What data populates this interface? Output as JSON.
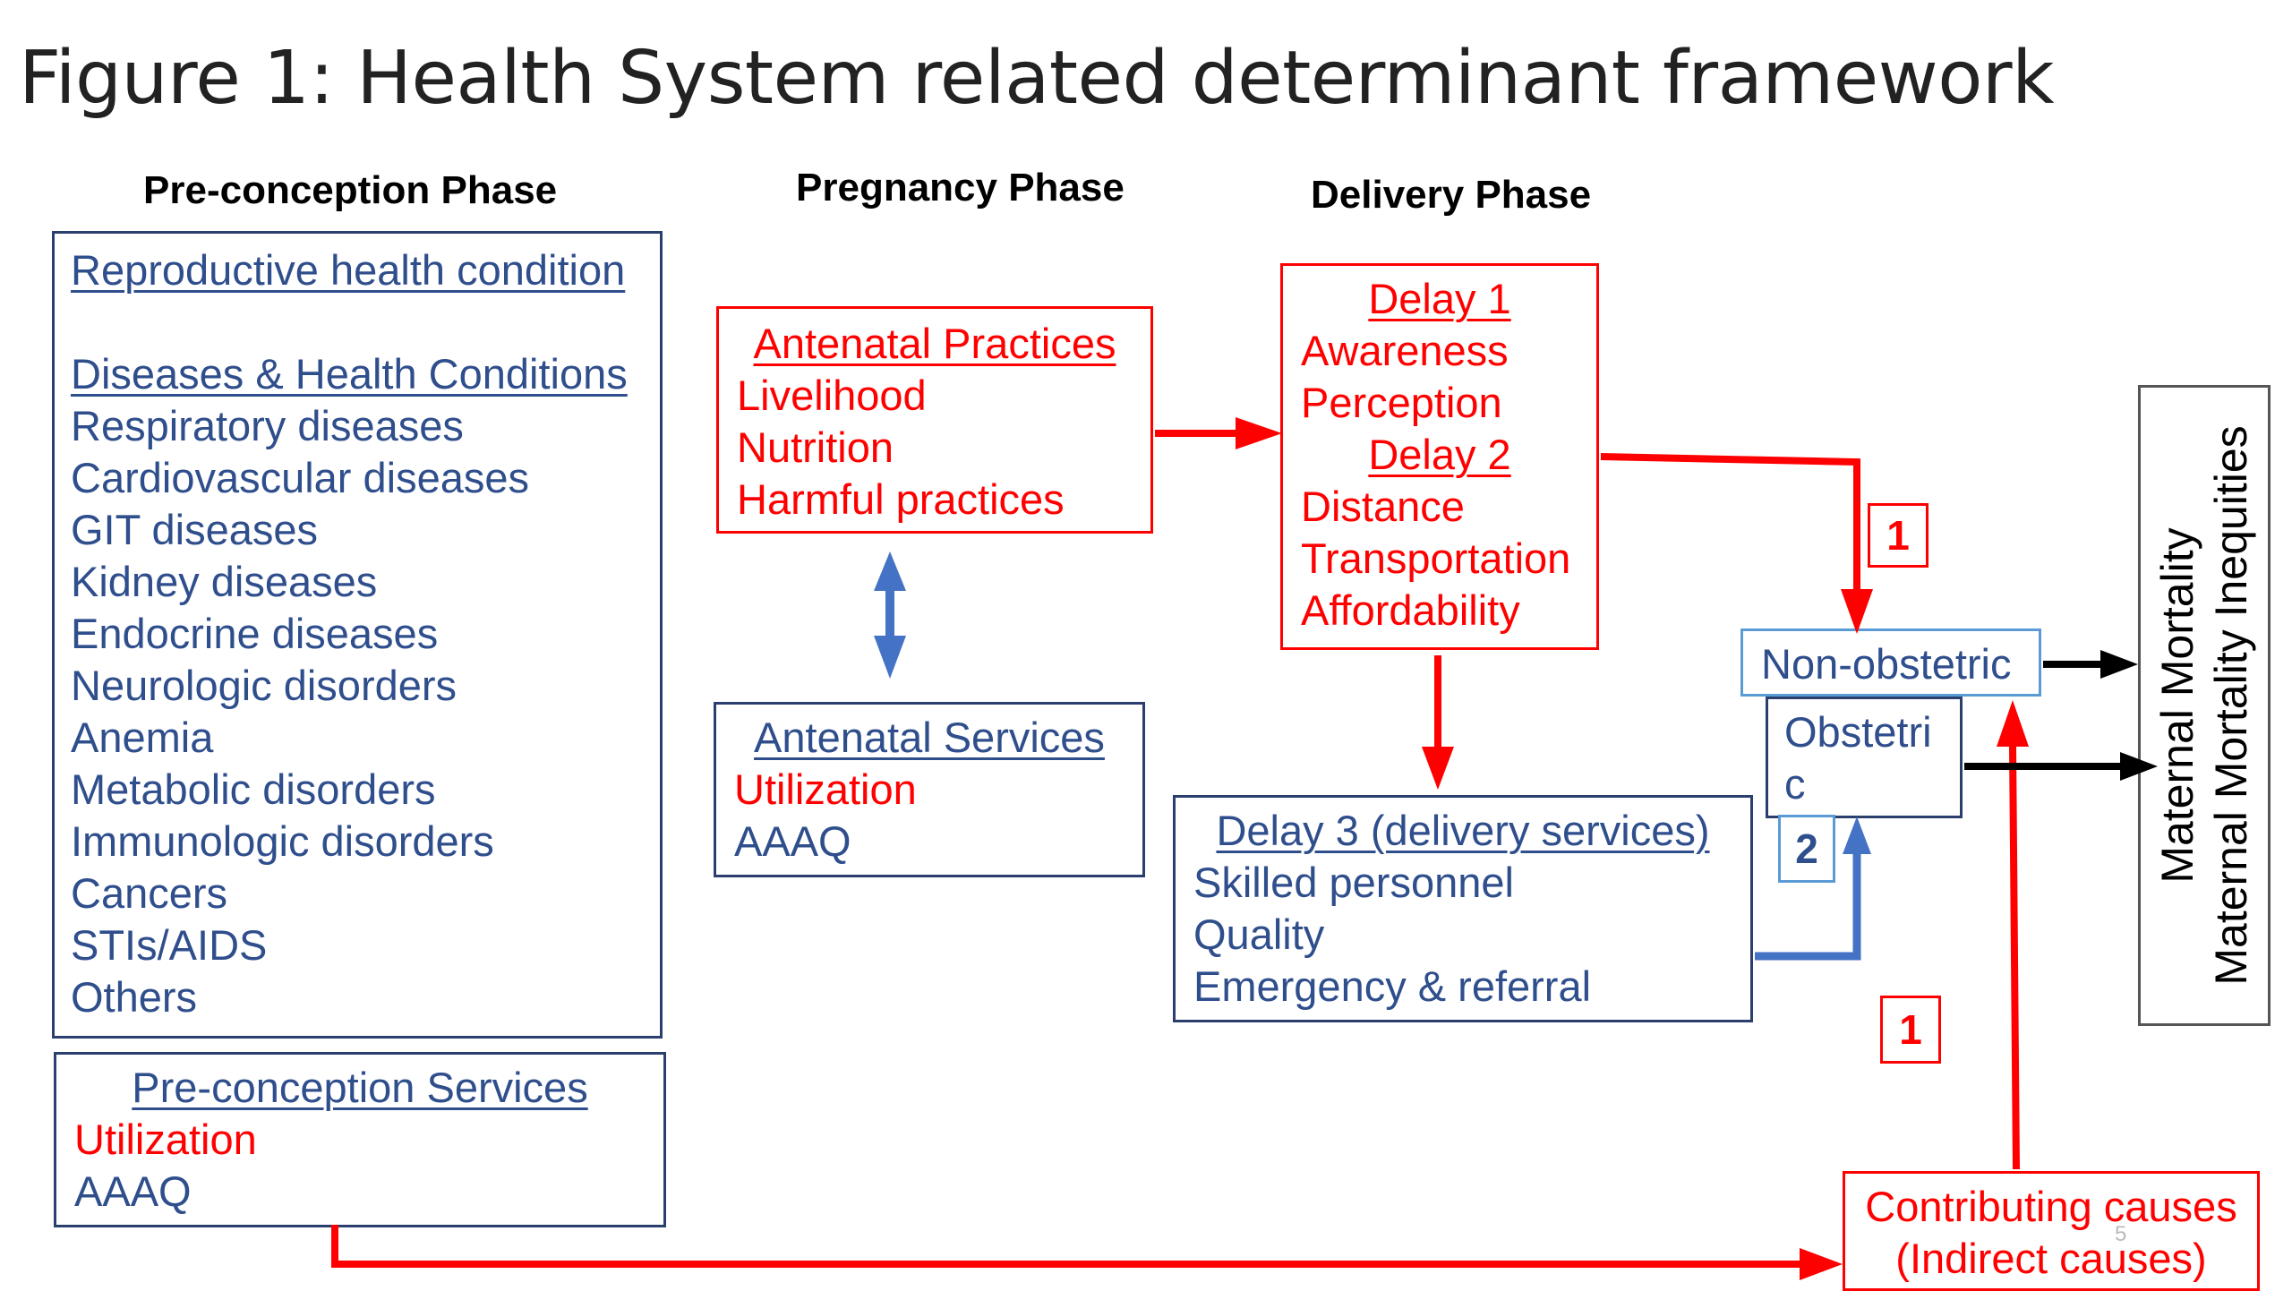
{
  "title": "Figure 1: Health System related determinant framework",
  "phases": {
    "preconception": "Pre-conception Phase",
    "pregnancy": "Pregnancy Phase",
    "delivery": "Delivery Phase"
  },
  "boxes": {
    "conditions": {
      "heading1": "Reproductive health condition",
      "heading2": "Diseases & Health Conditions",
      "items": [
        "Respiratory diseases",
        "Cardiovascular diseases",
        "GIT diseases",
        "Kidney diseases",
        "Endocrine diseases",
        "Neurologic disorders",
        "Anemia",
        "Metabolic disorders",
        "Immunologic disorders",
        "Cancers",
        "STIs/AIDS",
        "Others"
      ]
    },
    "preconception_services": {
      "heading": "Pre-conception Services",
      "items": [
        "Utilization",
        "AAAQ"
      ]
    },
    "antenatal_practices": {
      "heading": "Antenatal Practices",
      "items": [
        "Livelihood",
        "Nutrition",
        "Harmful practices"
      ]
    },
    "antenatal_services": {
      "heading": "Antenatal Services",
      "items": [
        "Utilization",
        "AAAQ"
      ]
    },
    "delays": {
      "delay1": "Delay 1",
      "delay1_items": [
        "Awareness",
        "Perception"
      ],
      "delay2": "Delay 2",
      "delay2_items": [
        "Distance",
        "Transportation",
        "Affordability"
      ]
    },
    "delay3": {
      "heading": "Delay 3 (delivery services)",
      "items": [
        "Skilled personnel",
        "Quality",
        "Emergency & referral"
      ]
    },
    "non_obstetric": "Non-obstetric",
    "obstetric_lines": [
      "Obstetri",
      "c"
    ],
    "contributing": [
      "Contributing causes",
      "(Indirect causes)"
    ]
  },
  "badges": {
    "top": "1",
    "middle": "2",
    "bottom": "1"
  },
  "outcome": [
    "Maternal Mortality",
    "Maternal Mortality Inequities"
  ],
  "page_number": "5",
  "colors": {
    "blue_border": "#2b3f6e",
    "blue_text": "#2f4e8c",
    "red": "#ff0000",
    "arrow_blue": "#4472c4",
    "black": "#000000"
  }
}
